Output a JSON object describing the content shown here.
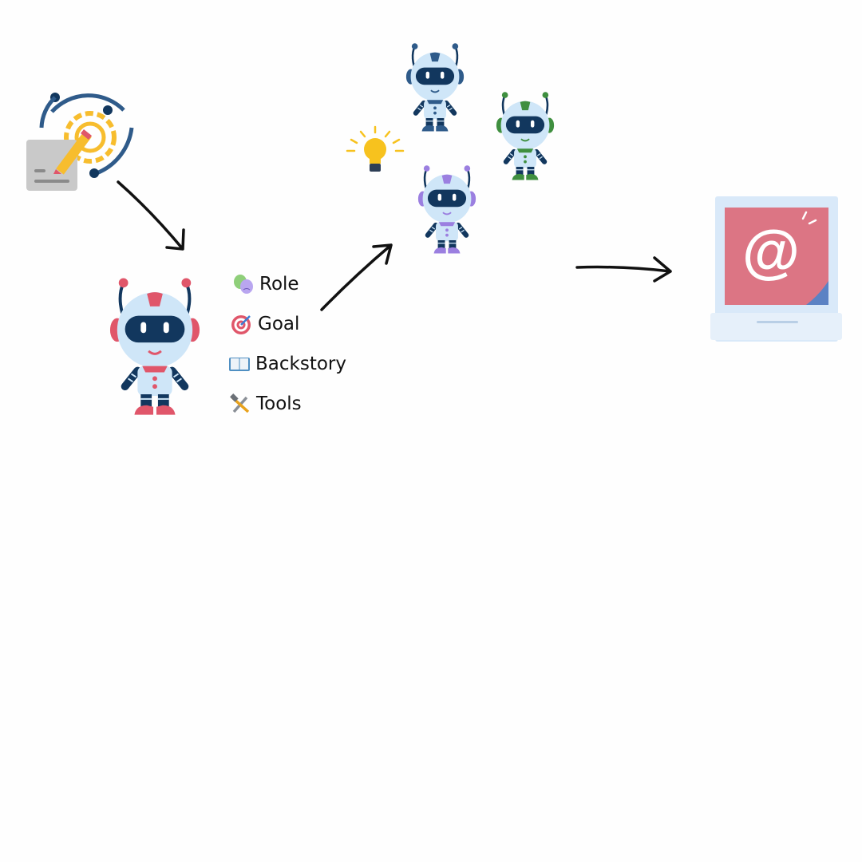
{
  "colors": {
    "navy": "#12375e",
    "robot_body": "#cfe6f8",
    "agent_accent": "#e0566a",
    "crew_accents": [
      "#2f5b8a",
      "#3f8f3f",
      "#9b7fe0"
    ],
    "gear": "#f7bd2e",
    "email_card": "#dc7584",
    "email_bg": "#d9e9f9"
  },
  "task_icon": "task-configuration-icon",
  "agent": {
    "attributes": [
      {
        "label": "Role",
        "icon": "theater-masks-icon"
      },
      {
        "label": "Goal",
        "icon": "target-icon"
      },
      {
        "label": "Backstory",
        "icon": "book-icon"
      },
      {
        "label": "Tools",
        "icon": "hammer-wrench-icon"
      }
    ]
  },
  "crew": {
    "idea_icon": "lightbulb-icon",
    "count": 3
  },
  "output": {
    "symbol": "@",
    "icon": "email-icon"
  }
}
